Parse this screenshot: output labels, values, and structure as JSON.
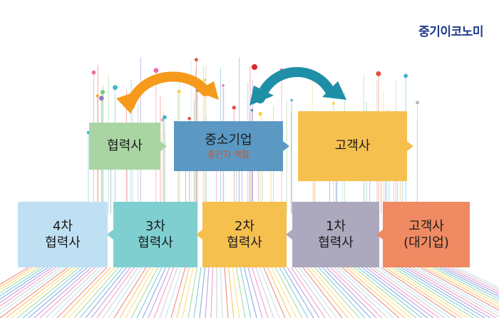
{
  "brand": "중기이코노미",
  "colors": {
    "hyeopryeoksa_top": "#a9d5a3",
    "smb": "#5b98c3",
    "customer_top": "#f6c04f",
    "tier4": "#bfe0f3",
    "tier3": "#7fcfd1",
    "tier2": "#f6c04f",
    "tier1": "#aca8bd",
    "customer_bottom": "#f08a62",
    "arrow_orange": "#f59a1b",
    "arrow_teal": "#1f8fa8",
    "subtitle": "#d9531e"
  },
  "top_row": {
    "supplier": {
      "label": "협력사"
    },
    "smb": {
      "label": "중소기업",
      "sublabel": "중간자 역할"
    },
    "customer": {
      "label": "고객사"
    }
  },
  "bottom_row": [
    {
      "line1": "4차",
      "line2": "협력사"
    },
    {
      "line1": "3차",
      "line2": "협력사"
    },
    {
      "line1": "2차",
      "line2": "협력사"
    },
    {
      "line1": "1차",
      "line2": "협력사"
    },
    {
      "line1": "고객사",
      "line2": "(대기업)"
    }
  ]
}
